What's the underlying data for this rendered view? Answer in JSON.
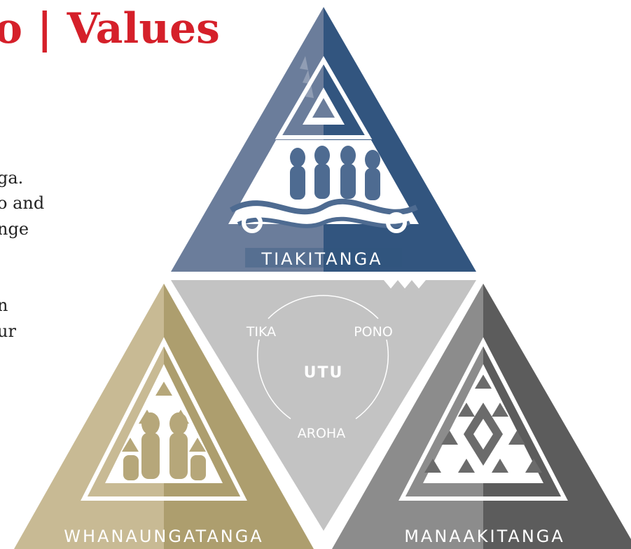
{
  "heading": "o | Values",
  "body_lines": [
    "ga.",
    "o and",
    "nge",
    "",
    "n",
    "ur"
  ],
  "labels": {
    "top": "TIAKITANGA",
    "left": "WHANAUNGATANGA",
    "right": "MANAAKITANGA"
  },
  "center": {
    "core": "UTU",
    "tika": "TIKA",
    "pono": "PONO",
    "aroha": "AROHA"
  },
  "colors": {
    "heading": "#d5202a",
    "top_triangle": "#3a5a84",
    "left_triangle": "#b6a77a",
    "right_triangle": "#6b6b6b",
    "center_triangle": "#c3c3c3"
  }
}
